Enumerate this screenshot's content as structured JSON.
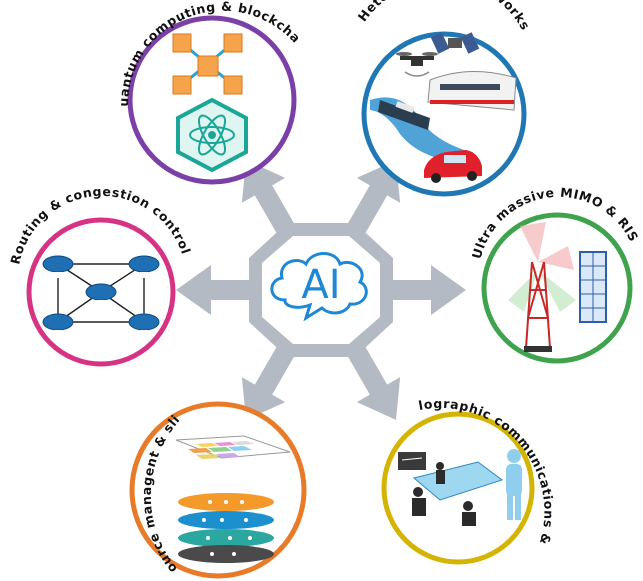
{
  "center": {
    "text": "AI",
    "icon": "brain-cloud-icon"
  },
  "topics": [
    {
      "label": "Quantum computing & blockchain",
      "ring_color": "#7b3fa8",
      "icon": "blockchain-atom-icon"
    },
    {
      "label": "Heterogeneous networks",
      "ring_color": "#1f78b4",
      "icon": "drone-satellite-train-ship-car-icon"
    },
    {
      "label": "Ultra massive MIMO & RIS",
      "ring_color": "#3fa34d",
      "icon": "antenna-tower-ris-icon"
    },
    {
      "label": "Holographic communications & XR",
      "ring_color": "#d4b400",
      "icon": "hologram-person-icon"
    },
    {
      "label": "Resource managent & slicing",
      "ring_color": "#e87b2a",
      "icon": "network-slices-icon"
    },
    {
      "label": "Routing & congestion control",
      "ring_color": "#d63384",
      "icon": "router-network-icon"
    }
  ],
  "colors": {
    "arrow": "#b4bac3",
    "octagon": "#b4bac3",
    "ai_blue": "#1e88d6"
  }
}
